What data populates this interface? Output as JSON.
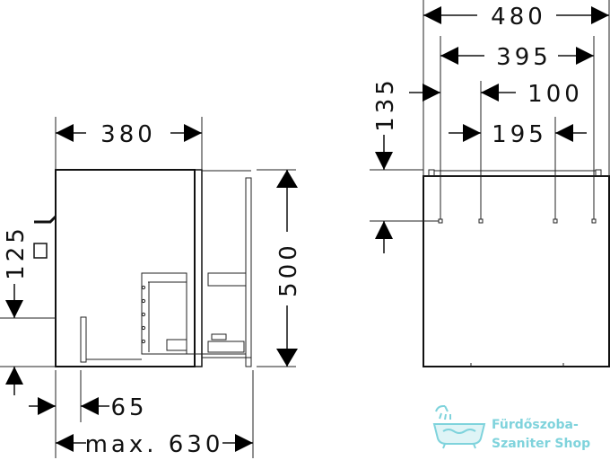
{
  "dimensions": {
    "width_480": "480",
    "width_395": "395",
    "offset_100": "100",
    "offset_195": "195",
    "height_135": "135",
    "width_380": "380",
    "height_500": "500",
    "height_125": "125",
    "offset_65": "65",
    "max_630": "max. 630"
  },
  "watermark": {
    "line1": "Fürdőszoba-",
    "line2": "Szaniter Shop",
    "color": "#7fd3dc"
  },
  "icons": {
    "watermark_logo": "bathtub-shower-icon",
    "siphon": "siphon-icon"
  }
}
